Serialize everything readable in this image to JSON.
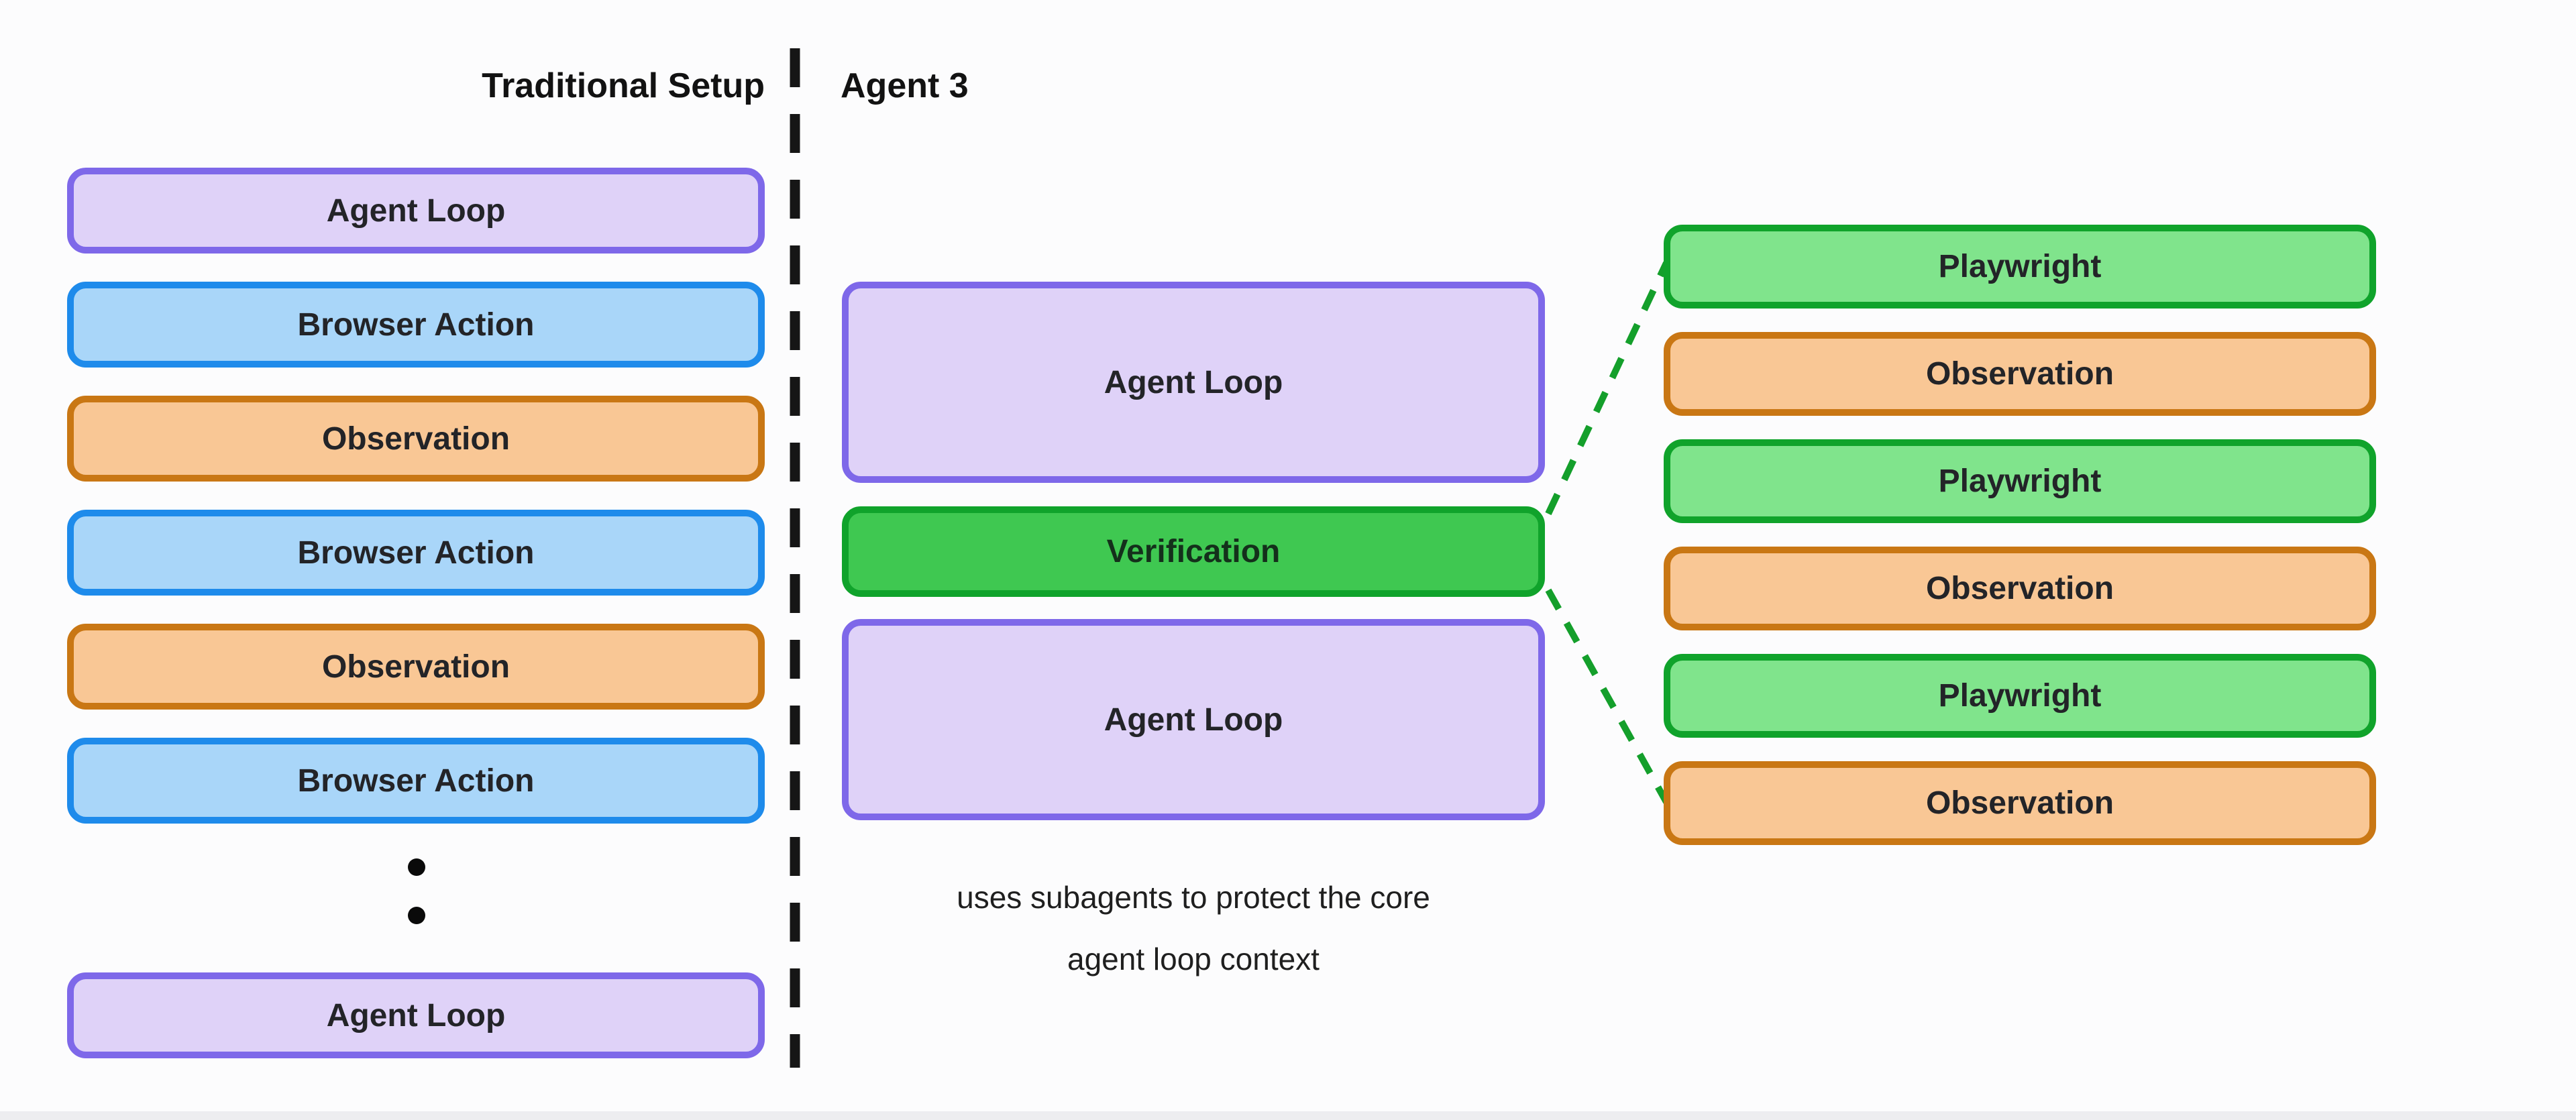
{
  "headers": {
    "left": "Traditional Setup",
    "right": "Agent 3"
  },
  "left_column": {
    "boxes": [
      {
        "label": "Agent Loop",
        "type": "agent-loop"
      },
      {
        "label": "Browser Action",
        "type": "browser-action"
      },
      {
        "label": "Observation",
        "type": "observation"
      },
      {
        "label": "Browser Action",
        "type": "browser-action"
      },
      {
        "label": "Observation",
        "type": "observation"
      },
      {
        "label": "Browser Action",
        "type": "browser-action"
      },
      {
        "label": "Agent Loop",
        "type": "agent-loop"
      }
    ]
  },
  "middle_column": {
    "boxes": [
      {
        "label": "Agent Loop",
        "type": "agent-loop"
      },
      {
        "label": "Verification",
        "type": "verification"
      },
      {
        "label": "Agent Loop",
        "type": "agent-loop"
      }
    ],
    "caption_lines": [
      "uses subagents to protect the core",
      "agent loop context"
    ]
  },
  "right_column": {
    "boxes": [
      {
        "label": "Playwright",
        "type": "playwright"
      },
      {
        "label": "Observation",
        "type": "observation"
      },
      {
        "label": "Playwright",
        "type": "playwright"
      },
      {
        "label": "Observation",
        "type": "observation"
      },
      {
        "label": "Playwright",
        "type": "playwright"
      },
      {
        "label": "Observation",
        "type": "observation"
      }
    ]
  },
  "colors": {
    "purple_fill": "#DFD2F8",
    "purple_border": "#7E68E9",
    "blue_fill": "#A9D6F9",
    "blue_border": "#1E8BEB",
    "orange_fill": "#F9C795",
    "orange_border": "#C97714",
    "lightgreen_fill": "#80E48C",
    "lightgreen_border": "#10A32B",
    "green_fill": "#3FC851",
    "green_border": "#10A32B",
    "divider_color": "#161616",
    "connector_color": "#149F2B",
    "bg": "#FCFCFD"
  }
}
